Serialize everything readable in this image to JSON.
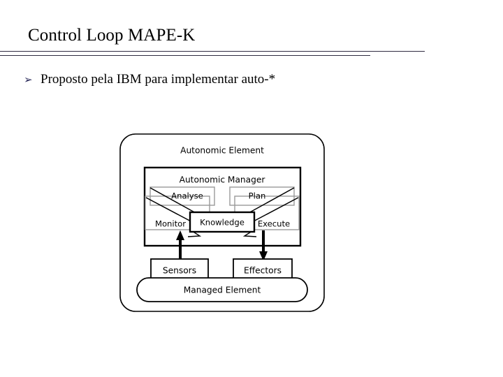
{
  "slide": {
    "title": "Control Loop MAPE-K",
    "bullets": [
      {
        "marker": "➢",
        "marker_name": "arrowhead-bullet",
        "text": "Proposto pela IBM para implementar auto-*"
      }
    ]
  },
  "colors": {
    "rule": "#2F2B40",
    "bullet_marker": "#2A2A5A",
    "text": "#000000",
    "background": "#FFFFFF",
    "diagram_stroke": "#000000",
    "diagram_stroke_light": "#8C8C8C"
  },
  "diagram": {
    "name": "mape-k-autonomic-element",
    "outer_label": "Autonomic Element",
    "manager_label": "Autonomic Manager",
    "phases": [
      {
        "id": "monitor",
        "label": "Monitor"
      },
      {
        "id": "analyse",
        "label": "Analyse"
      },
      {
        "id": "plan",
        "label": "Plan"
      },
      {
        "id": "execute",
        "label": "Execute"
      }
    ],
    "knowledge_label": "Knowledge",
    "sensors_label": "Sensors",
    "effectors_label": "Effectors",
    "managed_element_label": "Managed Element"
  }
}
